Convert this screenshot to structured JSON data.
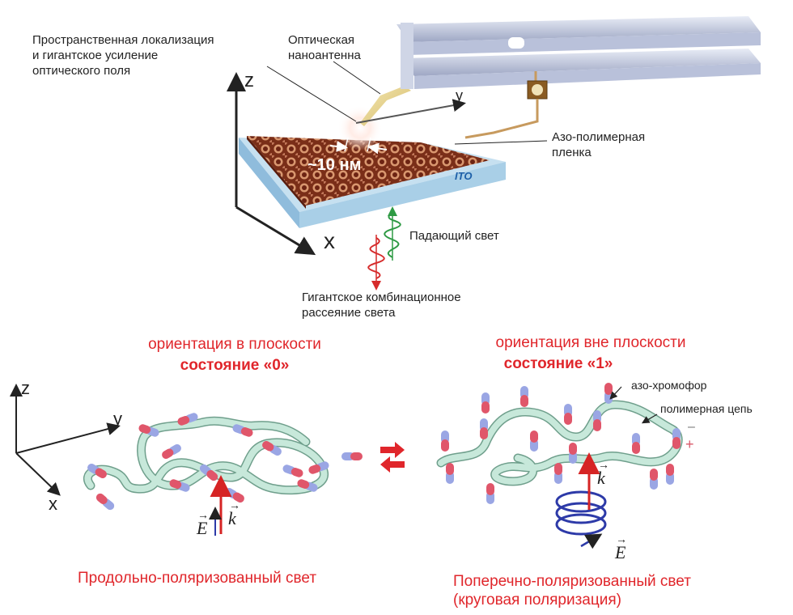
{
  "top": {
    "label_localization": [
      "Пространственная локализация",
      "и гигантское усиление",
      "оптического поля"
    ],
    "label_antenna": [
      "Оптическая",
      "наноантенна"
    ],
    "label_film": [
      "Азо-полимерная",
      "пленка"
    ],
    "label_scale": "~10 нм",
    "label_ito": "ITO",
    "label_incident": "Падающий свет",
    "label_raman": [
      "Гигантское комбинационное",
      "рассеяние света"
    ],
    "axis_z": "z",
    "axis_y": "y",
    "axis_x": "x"
  },
  "left_panel": {
    "title": "ориентация в плоскости",
    "state": "состояние «0»",
    "axis_z": "z",
    "axis_y": "y",
    "axis_x": "x",
    "vec_e": "E",
    "vec_k": "k",
    "caption": "Продольно-поляризованный свет"
  },
  "right_panel": {
    "title": "ориентация вне плоскости",
    "state": "состояние «1»",
    "label_chromophore": "азо-хромофор",
    "label_chain": "полимерная цепь",
    "minus": "–",
    "plus": "+",
    "vec_k": "k",
    "vec_e": "E",
    "caption": [
      "Поперечно-поляризованный свет",
      "(круговая поляризация)"
    ]
  },
  "colors": {
    "accent_red": "#e0262b",
    "chain": "#bfe3d3",
    "chromophore_red": "#e0566a",
    "chromophore_blue": "#9aa6e4",
    "film": "#8a3a22",
    "substrate": "#a9cfe7",
    "circular_pol": "#2d3aa8"
  }
}
